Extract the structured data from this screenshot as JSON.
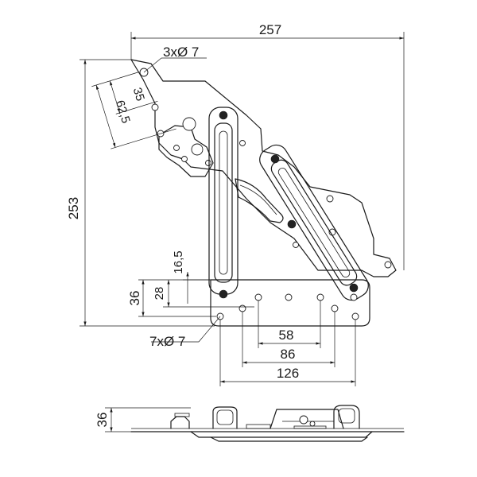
{
  "dimensions": {
    "overall_width": "257",
    "overall_height": "253",
    "top_holes": "3xØ 7",
    "offset_35": "35",
    "offset_62_5": "62,5",
    "offset_16_5": "16,5",
    "offset_28": "28",
    "offset_36": "36",
    "bottom_holes": "7xØ 7",
    "spacing_58": "58",
    "spacing_86": "86",
    "spacing_126": "126",
    "side_height": "36"
  }
}
